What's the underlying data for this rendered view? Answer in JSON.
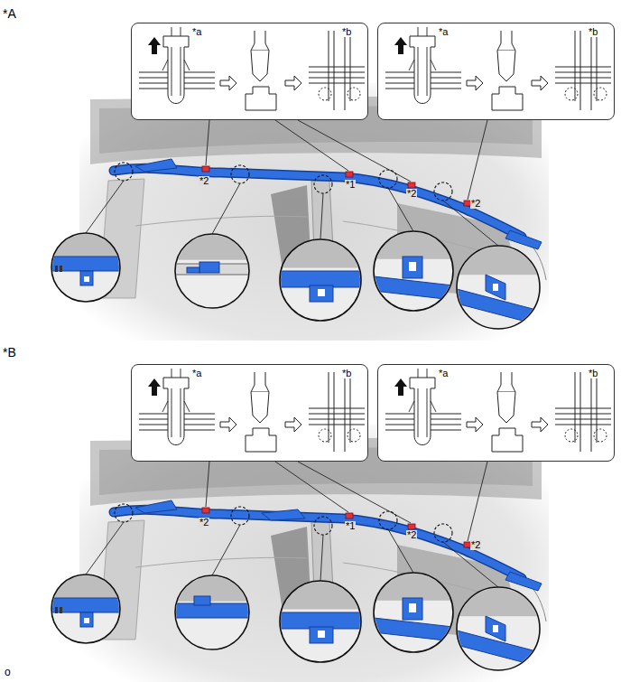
{
  "diagram": {
    "nodes": [
      {
        "text": [
          "*a",
          "*b"
        ]
      },
      {
        "text": [
          "*a",
          "*b"
        ]
      },
      {
        "text": [
          "*a",
          "*b"
        ]
      },
      {
        "text": [
          "*a",
          "*b"
        ]
      }
    ],
    "labels": [
      "*A",
      "*2",
      "*1",
      "*2",
      "*2",
      "*B",
      "*2",
      "*1",
      "*2",
      "*2",
      "o"
    ]
  }
}
